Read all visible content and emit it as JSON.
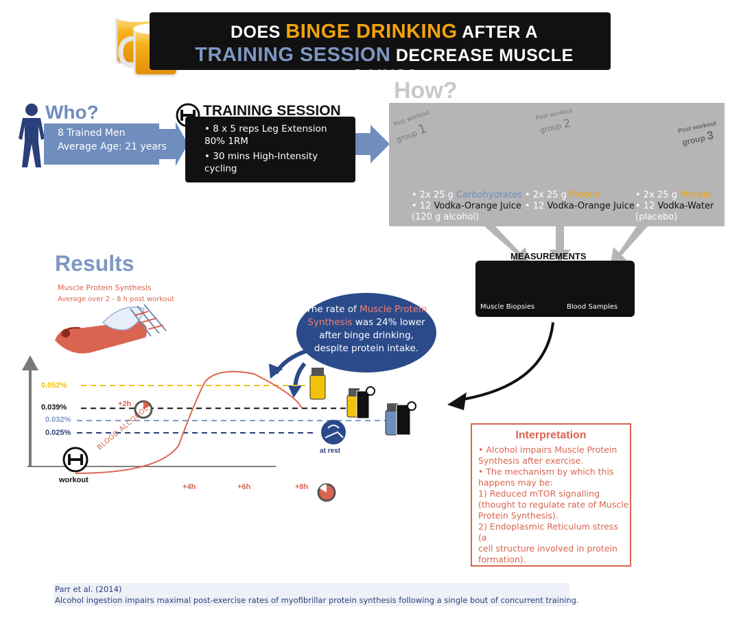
{
  "title": {
    "line1_pre": "DOES ",
    "line1_hl": "BINGE DRINKING",
    "line1_post": " AFTER A",
    "line2_hl": "TRAINING SESSION",
    "line2_post": " DECREASE MUSCLE GAINS?"
  },
  "who": {
    "title": "Who?",
    "line1": "8 Trained Men",
    "line2": "Average Age: 21 years"
  },
  "training": {
    "title": "TRAINING SESSION",
    "items": [
      "• 8 x 5 reps Leg Extension",
      "80% 1RM",
      "• 30 mins High-Intensity",
      "cycling"
    ]
  },
  "how": {
    "title": "How?",
    "groups": [
      {
        "badge_top": "Post workout",
        "badge_bottom": "group",
        "number": "1",
        "line1_pre": "• 2x 25 g ",
        "line1_hl": "Carbohydrates",
        "line2_pre": "• 12 ",
        "line2_main": "Vodka-Orange Juice",
        "line3": "(120 g alcohol)"
      },
      {
        "badge_top": "Post workout",
        "badge_bottom": "group",
        "number": "2",
        "line1_pre": "• 2x 25 g ",
        "line1_hl": "Protein",
        "line2_pre": "• 12 ",
        "line2_main": "Vodka-Orange Juice",
        "line3": ""
      },
      {
        "badge_top": "Post workout",
        "badge_bottom": "group",
        "number": "3",
        "line1_pre": "• 2x 25 g ",
        "line1_hl": "Protein",
        "line2_pre": "• 12 ",
        "line2_main": "Vodka-Water",
        "line3": "(placebo)"
      }
    ]
  },
  "measurements": {
    "title": "MEASUREMENTS",
    "items": [
      "Muscle Biopsies",
      "Blood Samples"
    ]
  },
  "results": {
    "title": "Results",
    "sub1": "Muscle Protein Synthesis",
    "sub2": "Average over 2  - 8 h post workout"
  },
  "bubble": {
    "pre": "The rate of ",
    "hl": "Muscle Protein Synthesis",
    "post": " was 24% lower after binge drinking, despite protein intake."
  },
  "chart_data": {
    "type": "line",
    "levels": [
      {
        "label": "0.052%",
        "value": 0.052,
        "color": "#f2c20b"
      },
      {
        "label": "0.039%",
        "value": 0.039,
        "color": "#111111"
      },
      {
        "label": "0.032%",
        "value": 0.032,
        "color": "#7e97c4"
      },
      {
        "label": "0.025%",
        "value": 0.025,
        "color": "#2b3f7a"
      }
    ],
    "time_labels": [
      "+2h",
      "+4h",
      "+6h",
      "+8h"
    ],
    "curve_label": "BLOOD ALCOHOL",
    "start_label": "workout",
    "rest_label": "at rest"
  },
  "interpretation": {
    "title": "Interpretation",
    "lines": [
      "• Alcohol impairs Muscle Protein",
      "Synthesis after exercise.",
      "• The mechanism by which this",
      "happens may be:",
      "1) Reduced mTOR signalling",
      "(thought to regulate rate of Muscle",
      "Protein Synthesis).",
      "2) Endoplasmic Reticulum stress (a",
      "cell structure involved in protein",
      "formation)."
    ]
  },
  "citation": {
    "line1": "Parr et al. (2014)",
    "line2": "Alcohol ingestion impairs maximal post-exercise rates of myofibrillar protein synthesis following a single bout of concurrent training."
  },
  "colors": {
    "accent_orange": "#f2a30b",
    "accent_blue": "#6f8dbd",
    "accent_red": "#d9644f",
    "dark": "#111111"
  }
}
